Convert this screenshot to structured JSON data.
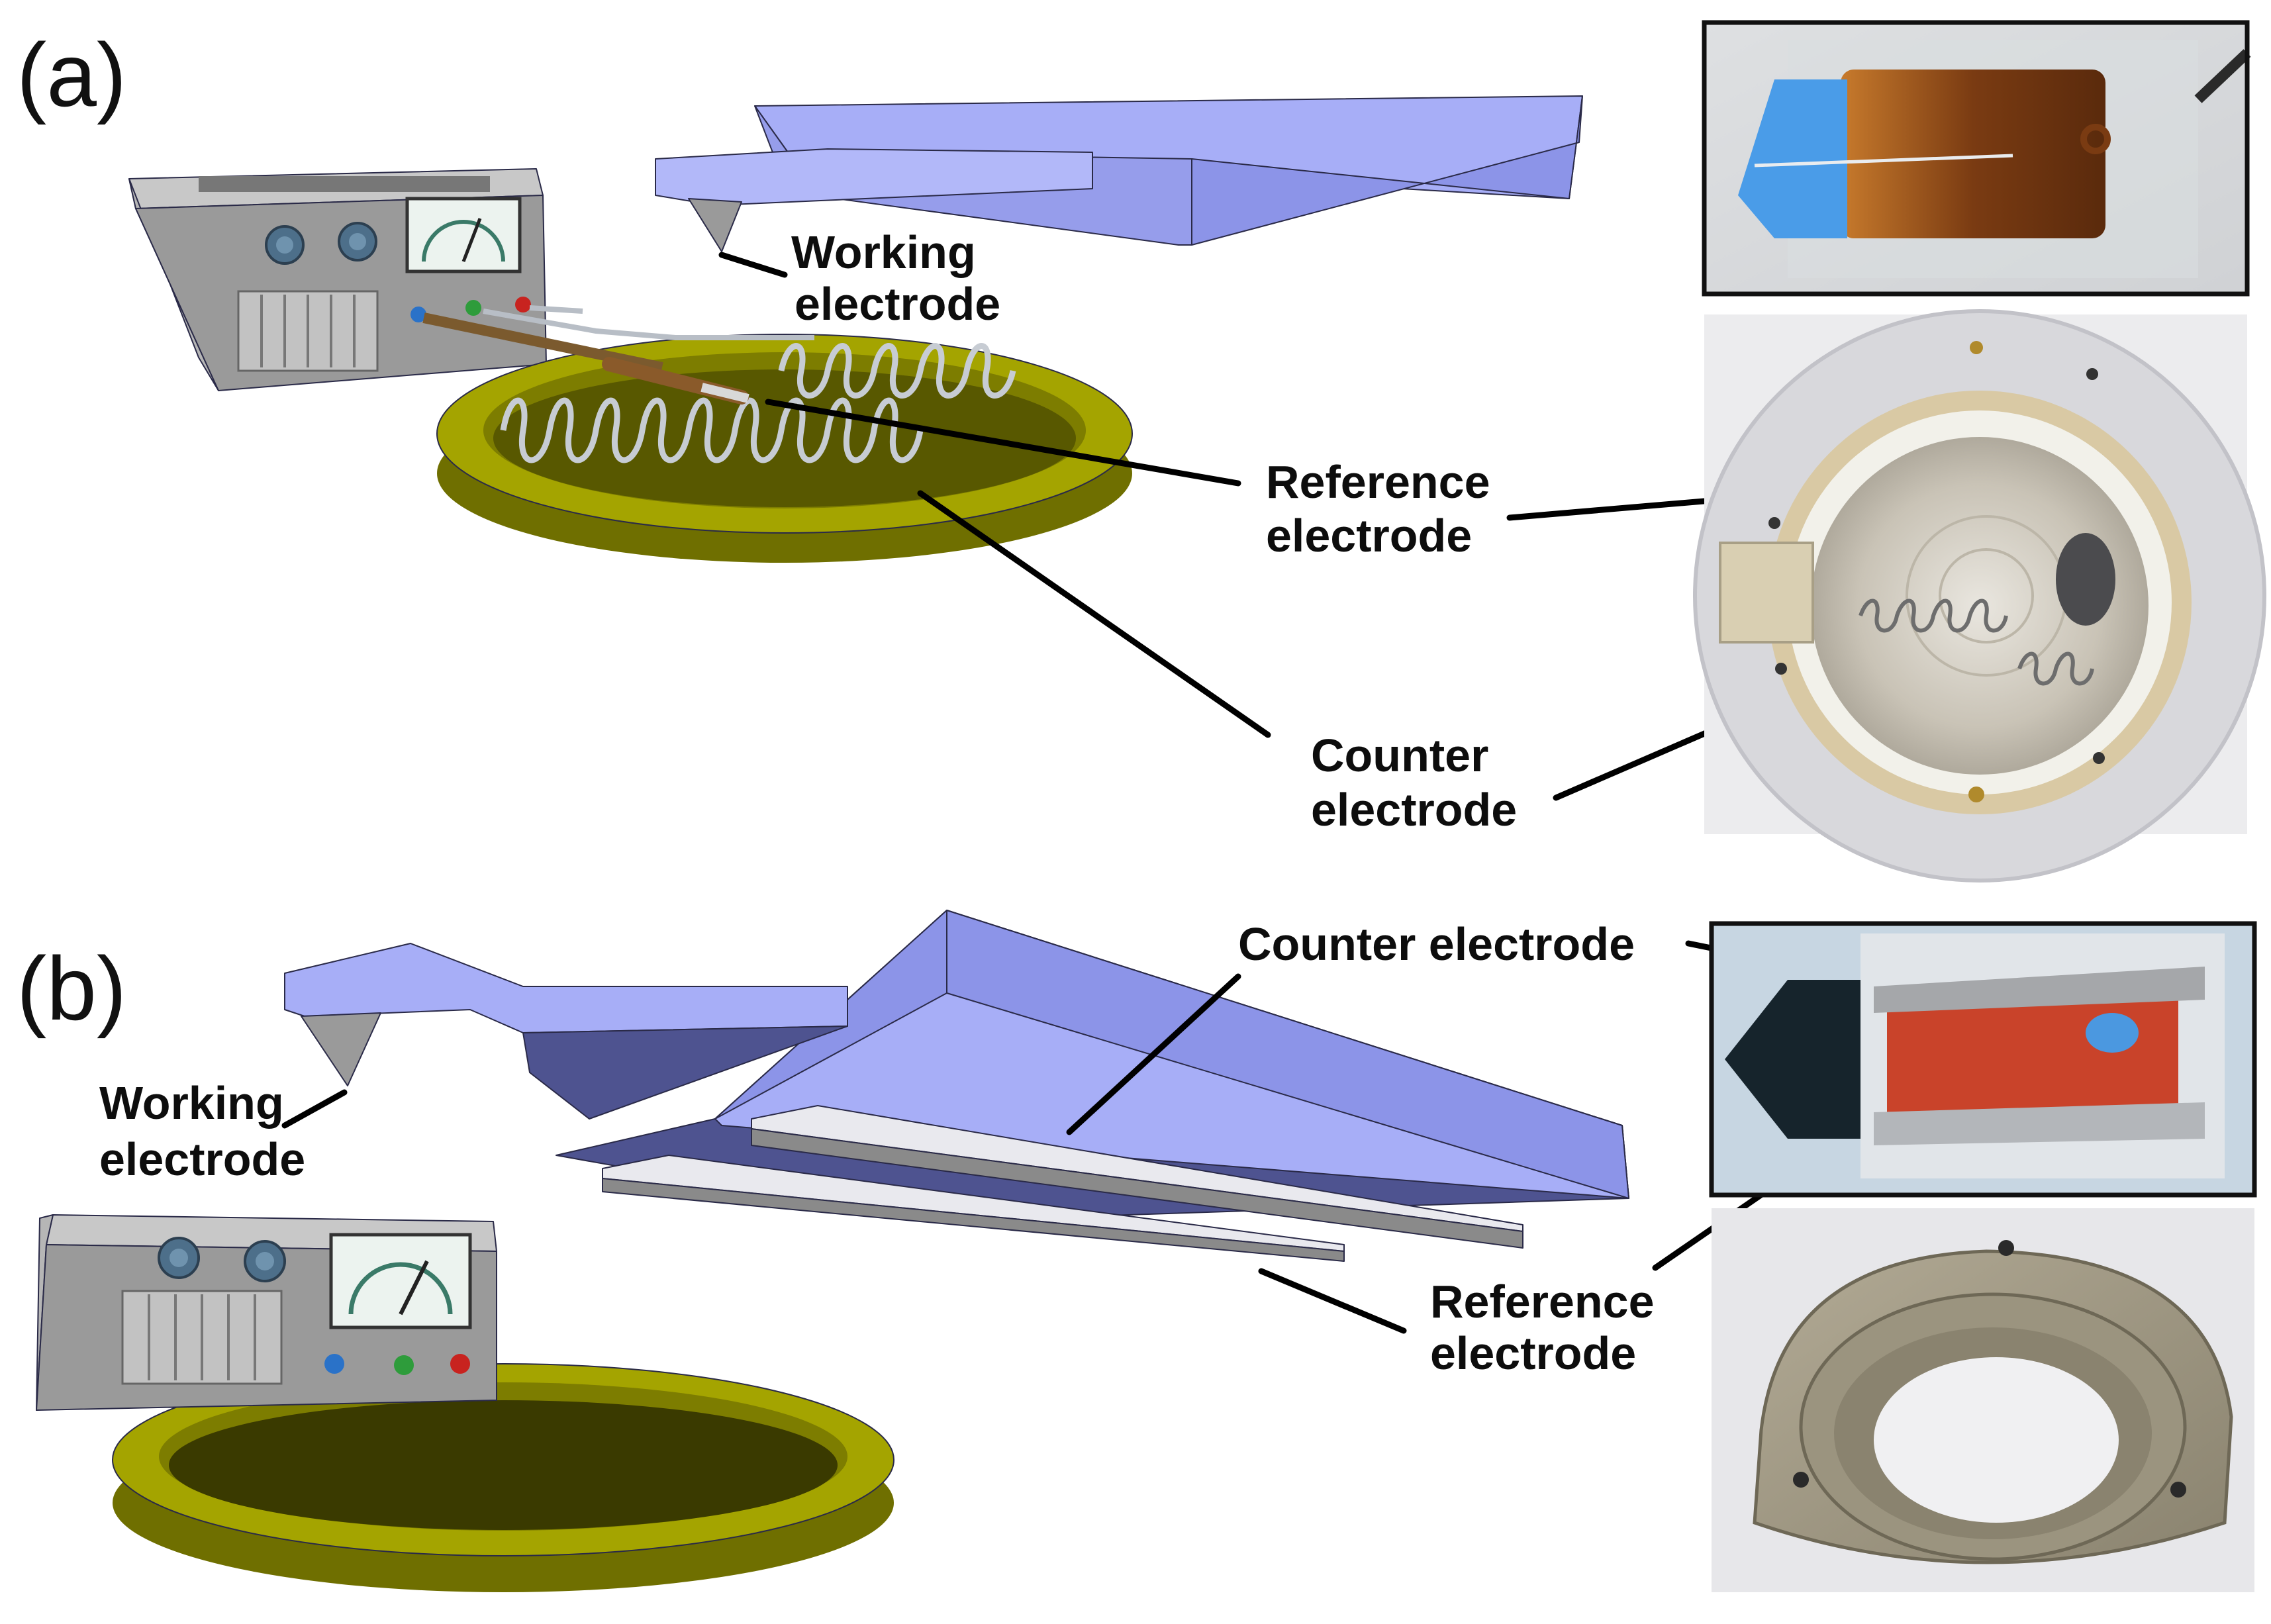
{
  "panel_a": {
    "label": "(a)",
    "callouts": {
      "working": [
        "Working",
        "electrode"
      ],
      "reference": [
        "Reference",
        "electrode"
      ],
      "counter": [
        "Counter",
        "electrode"
      ]
    }
  },
  "panel_b": {
    "label": "(b)",
    "callouts": {
      "counter": "Counter electrode",
      "working": [
        "Working",
        "electrode"
      ],
      "reference": [
        "Reference",
        "electrode"
      ]
    }
  },
  "colors": {
    "cantilever_top": "#a7aef7",
    "cantilever_side": "#8c94e8",
    "cantilever_dark": "#4e5390",
    "cell_yellow": "#a4a400",
    "cell_yellow_dark": "#6f6f00",
    "potentiostat_body": "#9a9a9a",
    "photo_border": "#111111"
  },
  "icons": {
    "potentiostat": "potentiostat-icon",
    "meter": "meter-dial-icon",
    "knob": "knob-icon",
    "coil": "coil-wire-icon"
  }
}
